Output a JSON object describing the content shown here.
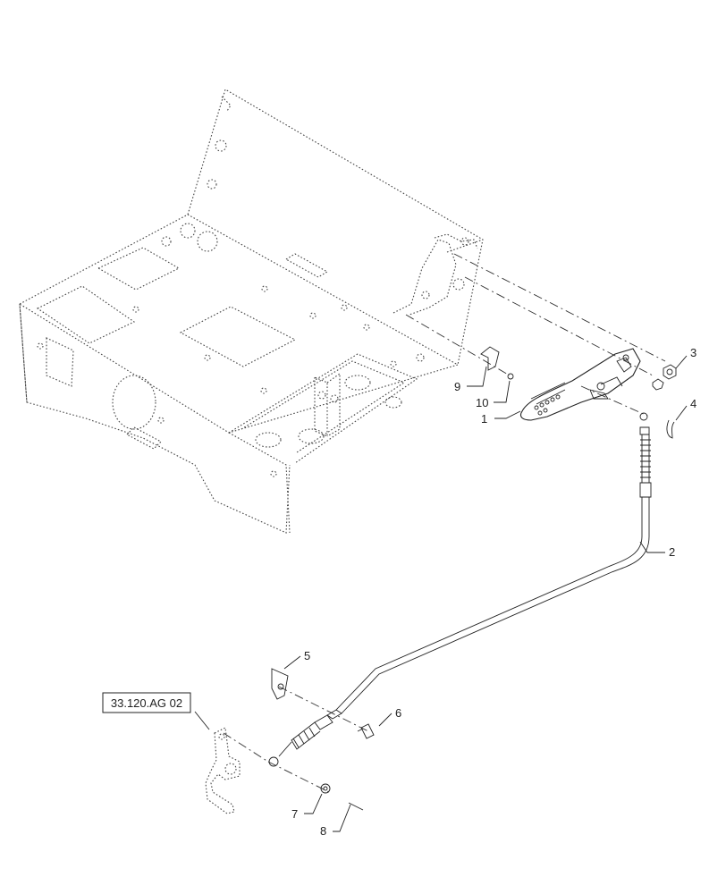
{
  "diagram": {
    "callouts": [
      "1",
      "2",
      "3",
      "4",
      "5",
      "6",
      "7",
      "8",
      "9",
      "10"
    ],
    "reference_box": "33.120.AG 02"
  }
}
